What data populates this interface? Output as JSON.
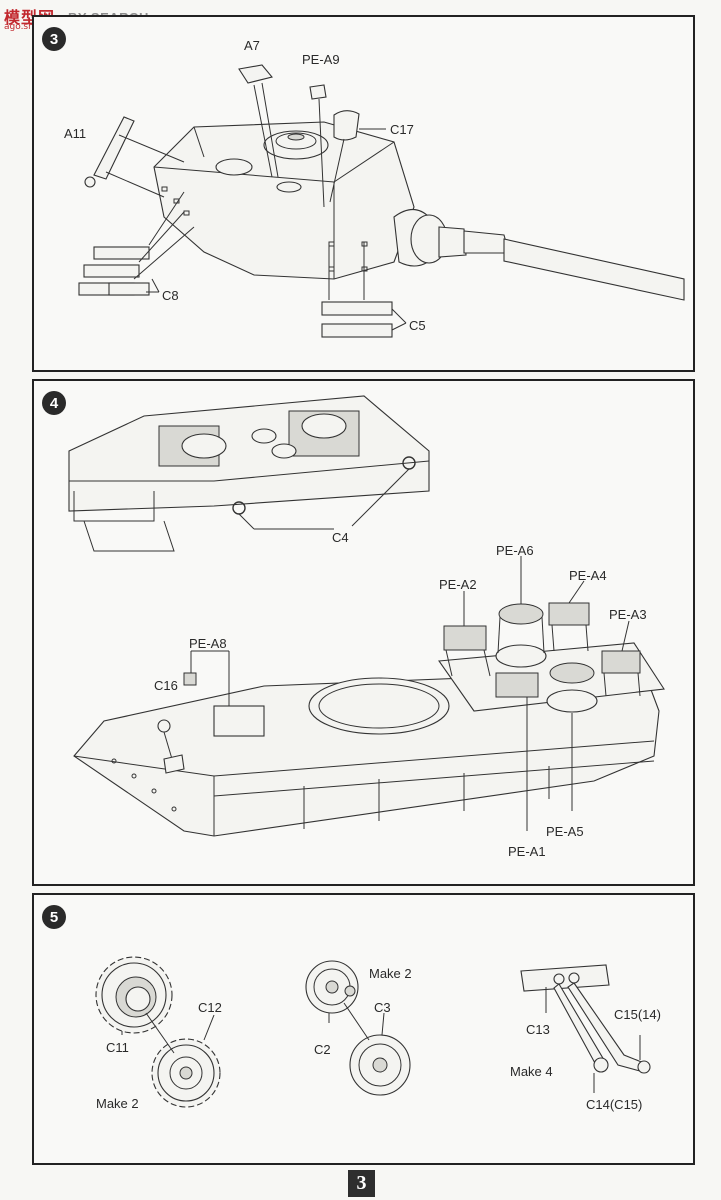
{
  "watermark": {
    "logo": "模型网",
    "site": "ago.shop.com",
    "text": "BY SEARCH"
  },
  "steps": [
    {
      "number": "3",
      "labels": {
        "a7": "A7",
        "pe_a9": "PE-A9",
        "a11": "A11",
        "c17": "C17",
        "c8": "C8",
        "c5": "C5"
      }
    },
    {
      "number": "4",
      "labels": {
        "c4": "C4",
        "pe_a6": "PE-A6",
        "pe_a2": "PE-A2",
        "pe_a4": "PE-A4",
        "pe_a3": "PE-A3",
        "pe_a8": "PE-A8",
        "c16": "C16",
        "pe_a5": "PE-A5",
        "pe_a1": "PE-A1"
      }
    },
    {
      "number": "5",
      "labels": {
        "c12": "C12",
        "c11": "C11",
        "make2_sprocket": "Make 2",
        "make2_wheel": "Make 2",
        "c3": "C3",
        "c2": "C2",
        "c13": "C13",
        "c15_14": "C15(14)",
        "make4": "Make 4",
        "c14_15": "C14(C15)"
      }
    }
  ],
  "page_number": "3"
}
